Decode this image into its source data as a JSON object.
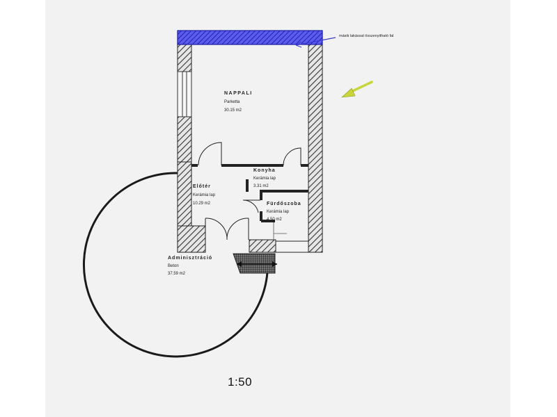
{
  "rooms": {
    "living": {
      "name": "NAPPALI",
      "floor": "Parketta",
      "area": "30.15 m2"
    },
    "kitchen": {
      "name": "Konyha",
      "floor": "Kerámia lap",
      "area": "3.31 m2"
    },
    "hall": {
      "name": "Előtér",
      "floor": "Kerámia lap",
      "area": "10.29 m2"
    },
    "bath": {
      "name": "Fürdőszoba",
      "floor": "Kerámia lap",
      "area": "4.50 m2"
    },
    "admin": {
      "name": "Adminisztráció",
      "floor": "Beton",
      "area": "37.59 m2"
    }
  },
  "annotations": {
    "wall_note": "másik lakással összenyitható fal",
    "accent_color": "#3b3bd6",
    "arrow_color": "#c8d63a"
  },
  "scale_label": "1:50"
}
